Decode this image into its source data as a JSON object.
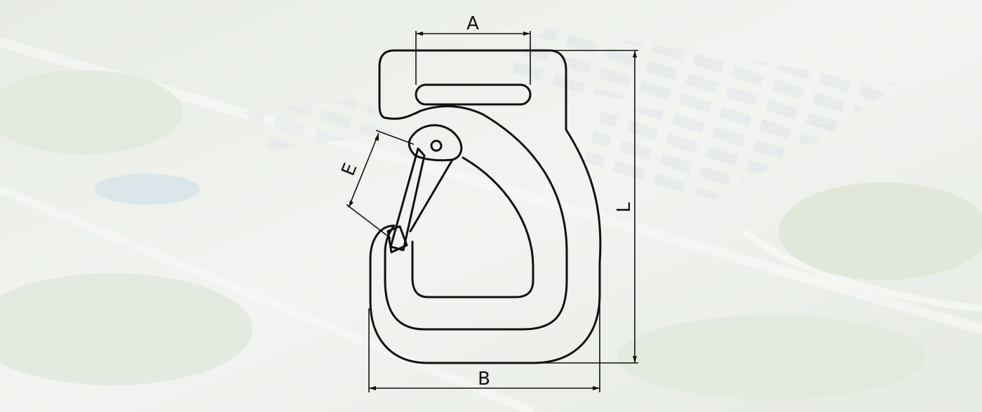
{
  "diagram": {
    "dimension_labels": {
      "a": "A",
      "b": "B",
      "e": "E",
      "l": "L"
    },
    "colors": {
      "line": "#111111",
      "background": "#eef1ec"
    }
  }
}
